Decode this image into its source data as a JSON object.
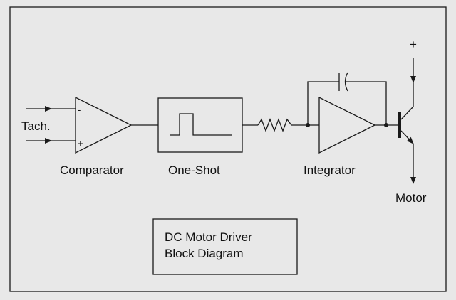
{
  "labels": {
    "input": "Tach.",
    "comparator": "Comparator",
    "one_shot": "One-Shot",
    "integrator": "Integrator",
    "motor": "Motor",
    "supply": "+",
    "inverting": "-",
    "non_inverting": "+"
  },
  "caption": {
    "line1": "DC Motor Driver",
    "line2": "Block Diagram"
  },
  "colors": {
    "background": "#e8e8e8",
    "line": "#1a1a1a"
  }
}
